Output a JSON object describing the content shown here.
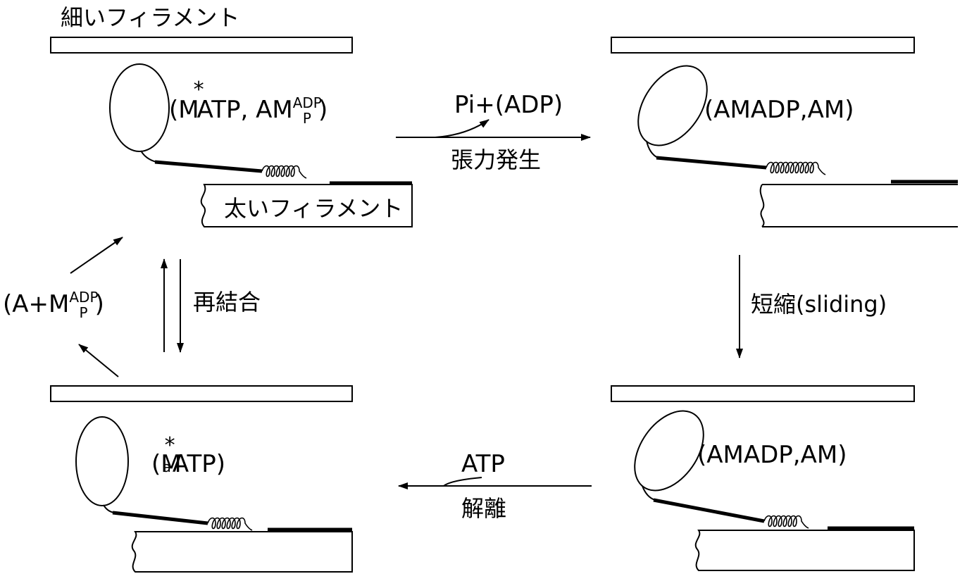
{
  "labels": {
    "thin_filament": "細いフィラメント",
    "thick_filament": "太いフィラメント"
  },
  "states": {
    "top_left": {
      "pre": "(M",
      "star": "*",
      "mid": "ATP, AM",
      "sup": "ADP",
      "sub": "P",
      "post": ")"
    },
    "top_right": {
      "text": "(AMADP,AM)"
    },
    "bottom_right": {
      "text": "(AMADP,AM)"
    },
    "bottom_left": {
      "pre": "(M",
      "star": "*",
      "sub": "a",
      "post": "ATP)"
    }
  },
  "transitions": {
    "tension": {
      "product": "Pi+(ADP)",
      "label": "張力発生"
    },
    "sliding": {
      "label": "短縮(sliding)"
    },
    "detach": {
      "substrate": "ATP",
      "label": "解離"
    },
    "rebind": {
      "label": "再結合"
    },
    "release": {
      "pre": "(A+M",
      "sup": "ADP",
      "sub": "P",
      "post": ")"
    }
  }
}
